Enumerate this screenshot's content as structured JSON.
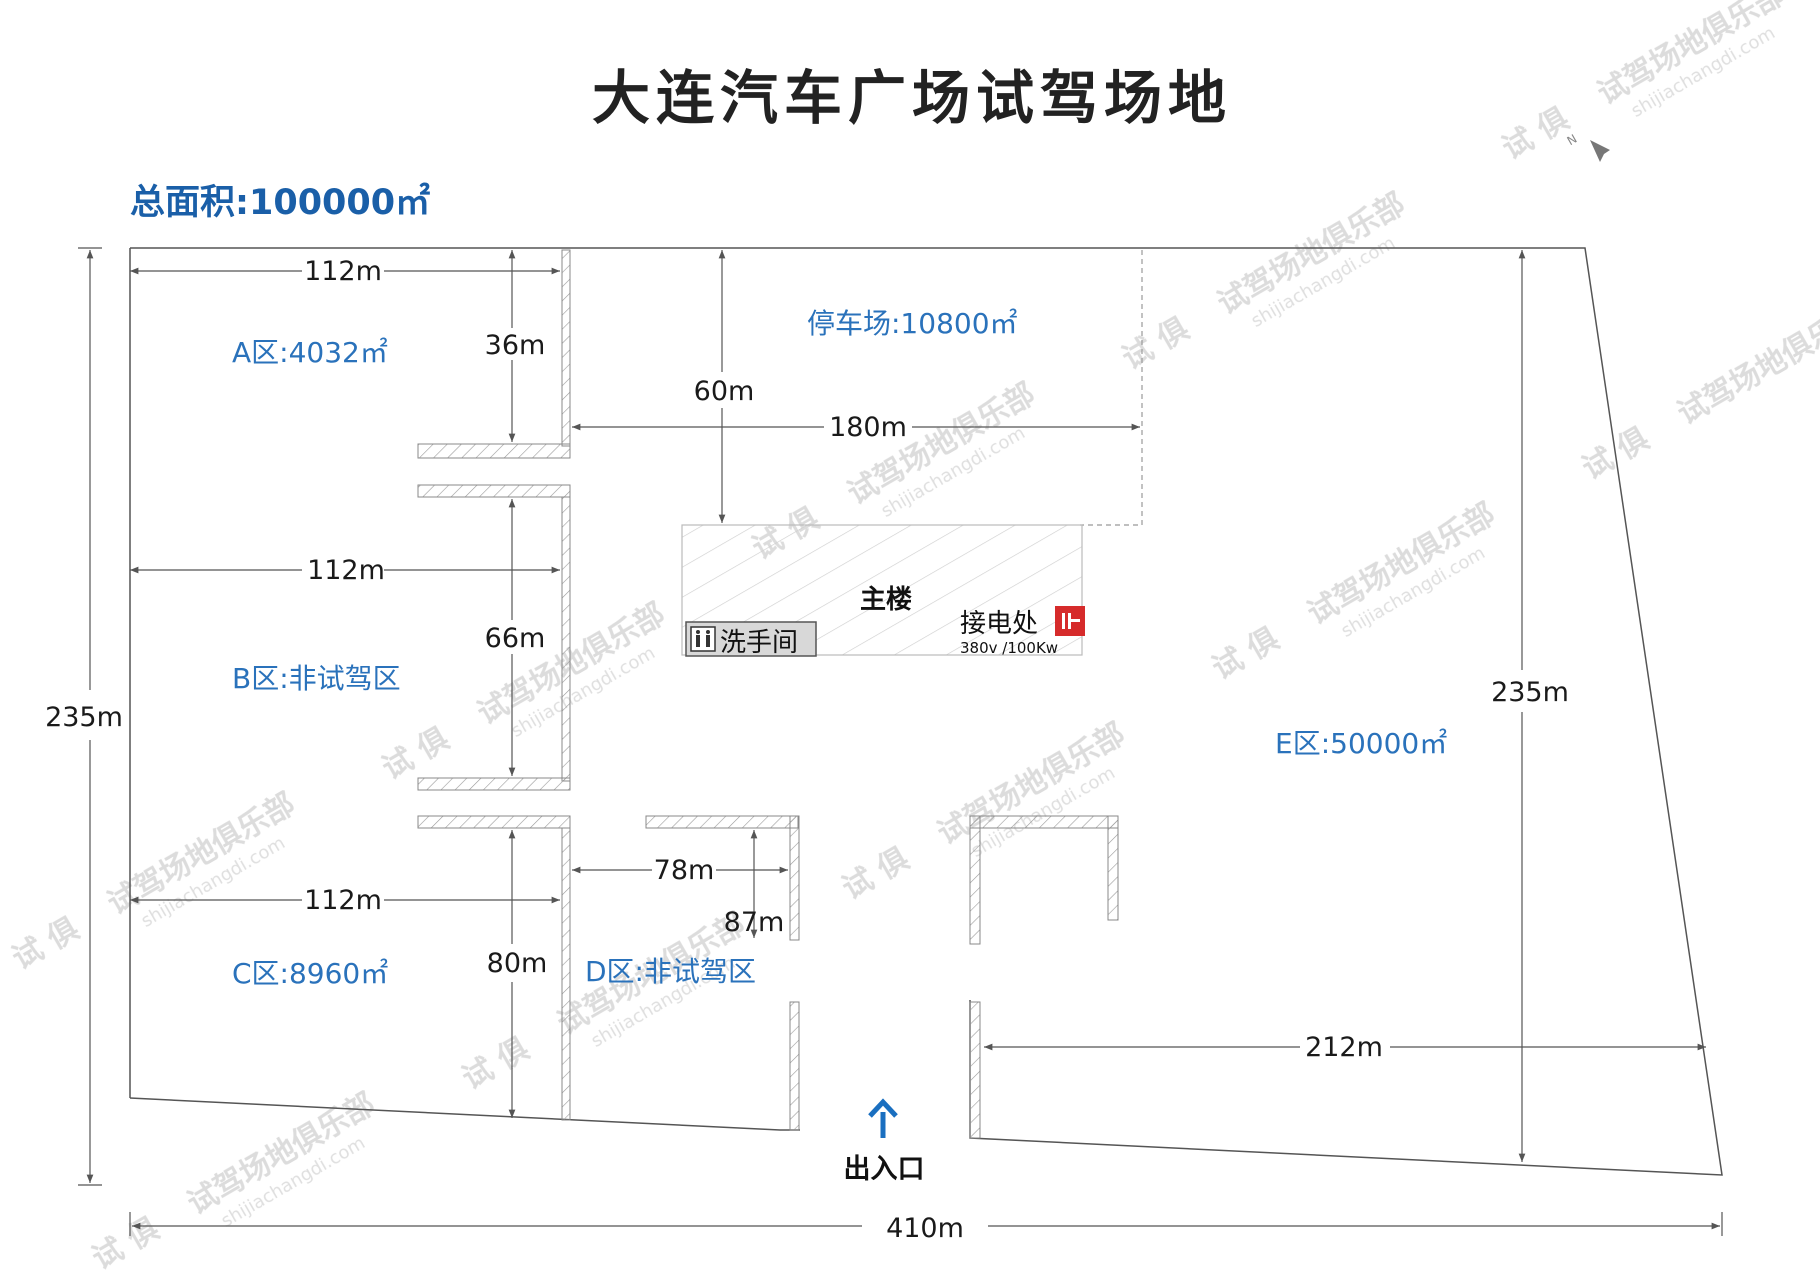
{
  "title": "大连汽车广场试驾场地",
  "total_area": "总面积:100000㎡",
  "zones": {
    "a": "A区:4032㎡",
    "b": "B区:非试驾区",
    "c": "C区:8960㎡",
    "d": "D区:非试驾区",
    "e": "E区:50000㎡",
    "parking": "停车场:10800㎡"
  },
  "dimensions": {
    "a_width": "112m",
    "a_height": "36m",
    "b_width": "112m",
    "b_height": "66m",
    "c_width": "112m",
    "c_height": "80m",
    "d_width": "78m",
    "d_height": "87m",
    "parking_depth": "60m",
    "parking_width": "180m",
    "left_total": "235m",
    "right_total": "235m",
    "bottom_total": "410m",
    "e_width": "212m"
  },
  "building": {
    "name": "主楼",
    "toilet": "洗手间",
    "power": "接电处",
    "power_spec": "380v /100Kw"
  },
  "entrance": "出入口",
  "watermark": {
    "text": "试驾场地俱乐部",
    "url": "shijiachangdi.com",
    "logo": "试 俱"
  },
  "colors": {
    "title": "#222222",
    "zone_label": "#2a72bb",
    "total_label": "#1a5fa8",
    "power_icon": "#d62b2b",
    "entrance_arrow": "#1a6fc0"
  }
}
